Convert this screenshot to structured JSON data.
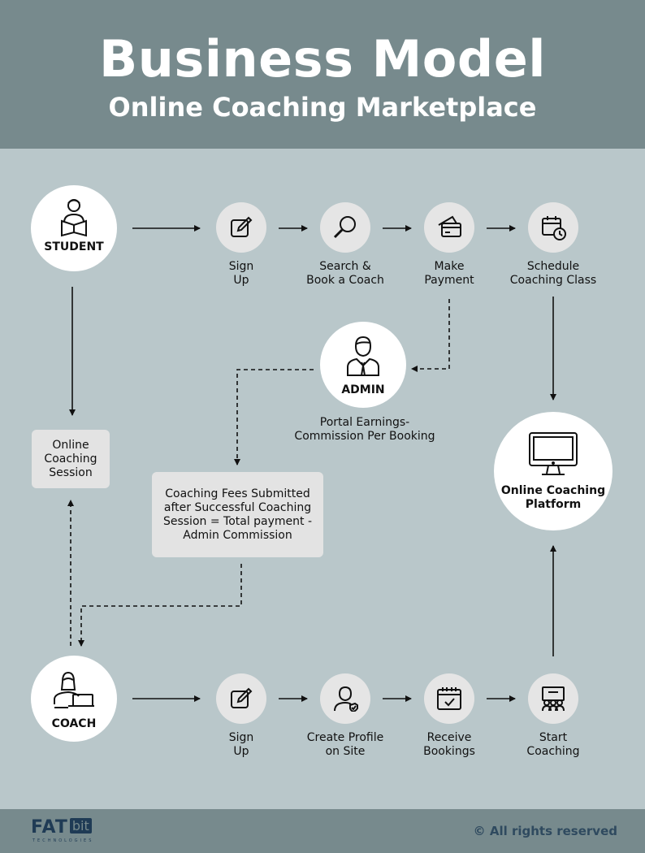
{
  "header": {
    "title": "Business Model",
    "subtitle": "Online Coaching Marketplace"
  },
  "actors": {
    "student": "STUDENT",
    "admin": "ADMIN",
    "coach": "COACH"
  },
  "student_flow": [
    {
      "label_line1": "Sign",
      "label_line2": "Up",
      "icon": "edit-icon"
    },
    {
      "label_line1": "Search &",
      "label_line2": "Book a Coach",
      "icon": "search-icon"
    },
    {
      "label_line1": "Make",
      "label_line2": "Payment",
      "icon": "credit-card-icon"
    },
    {
      "label_line1": "Schedule",
      "label_line2": "Coaching Class",
      "icon": "calendar-clock-icon"
    }
  ],
  "coach_flow": [
    {
      "label_line1": "Sign",
      "label_line2": "Up",
      "icon": "edit-icon"
    },
    {
      "label_line1": "Create Profile",
      "label_line2": "on Site",
      "icon": "profile-icon"
    },
    {
      "label_line1": "Receive",
      "label_line2": "Bookings",
      "icon": "calendar-check-icon"
    },
    {
      "label_line1": "Start",
      "label_line2": "Coaching",
      "icon": "classroom-icon"
    }
  ],
  "boxes": {
    "online_session": [
      "Online",
      "Coaching",
      "Session"
    ],
    "coaching_fees": [
      "Coaching Fees Submitted",
      "after Successful Coaching",
      "Session = Total payment -",
      "Admin Commission"
    ]
  },
  "admin_caption": [
    "Portal Earnings-",
    "Commission Per Booking"
  ],
  "platform": {
    "label_line1": "Online Coaching",
    "label_line2": "Platform",
    "icon": "monitor-icon"
  },
  "footer": {
    "logo_main": "FAT",
    "logo_bit": "bit",
    "logo_sub": "TECHNOLOGIES",
    "copyright": "© All rights reserved"
  }
}
